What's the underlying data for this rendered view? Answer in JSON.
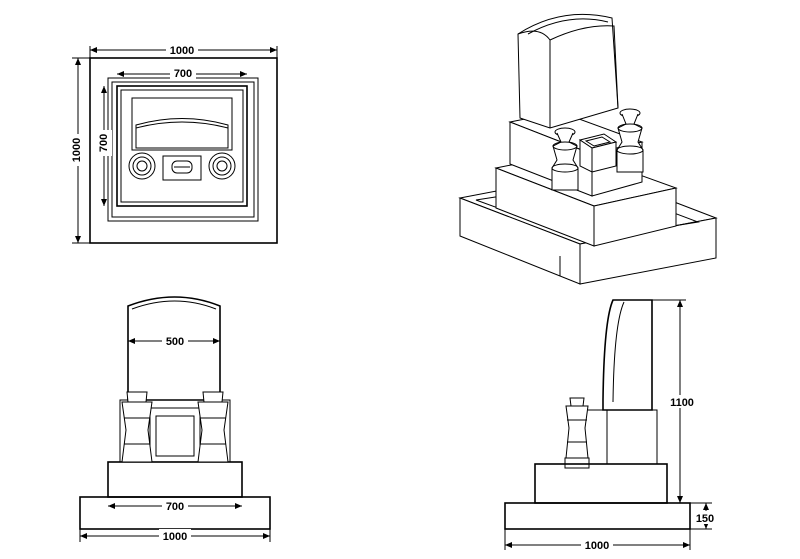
{
  "diagram": {
    "plan_view": {
      "outer_width_label": "1000",
      "outer_depth_label": "1000",
      "inner_width_label": "700",
      "inner_depth_label": "700"
    },
    "front_view": {
      "stone_width_label": "500",
      "base_width_label": "700",
      "outer_width_label": "1000"
    },
    "side_view": {
      "height_label": "1100",
      "foundation_height_label": "150",
      "outer_width_label": "1000"
    }
  }
}
